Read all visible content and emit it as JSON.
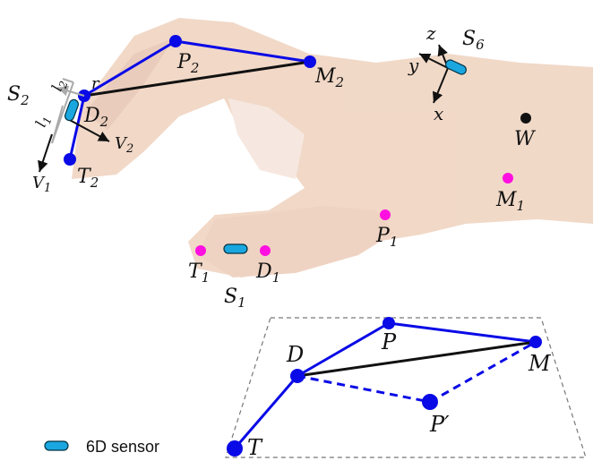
{
  "hand": {
    "finger_points": {
      "P2": {
        "base": "P",
        "sub": "2"
      },
      "M2": {
        "base": "M",
        "sub": "2"
      },
      "D2": {
        "base": "D",
        "sub": "2"
      },
      "T2": {
        "base": "T",
        "sub": "2"
      }
    },
    "thumb_points": {
      "T1": {
        "base": "T",
        "sub": "1"
      },
      "D1": {
        "base": "D",
        "sub": "1"
      },
      "P1": {
        "base": "P",
        "sub": "1"
      },
      "M1": {
        "base": "M",
        "sub": "1"
      },
      "W": "W"
    },
    "sensors": {
      "S1": {
        "base": "S",
        "sub": "1"
      },
      "S2": {
        "base": "S",
        "sub": "2"
      },
      "S6": {
        "base": "S",
        "sub": "6"
      }
    },
    "vectors": {
      "V1": {
        "base": "V",
        "sub": "1"
      },
      "V2": {
        "base": "V",
        "sub": "2"
      }
    },
    "lengths": {
      "l1": {
        "base": "l",
        "sub": "1"
      },
      "l2": {
        "base": "l",
        "sub": "2"
      },
      "r": "r"
    },
    "axes": {
      "x": "x",
      "y": "y",
      "z": "z"
    }
  },
  "plane": {
    "points": {
      "D": "D",
      "P": "P",
      "M": "M",
      "T": "T",
      "P_prime": "P′"
    }
  },
  "legend": {
    "sensor_label": "6D sensor"
  },
  "colors": {
    "joint_blue": "#0a0ae6",
    "sensor_cyan": "#1aa7e0",
    "marker_magenta": "#ff10e0",
    "skin": "#e8c2a4"
  }
}
